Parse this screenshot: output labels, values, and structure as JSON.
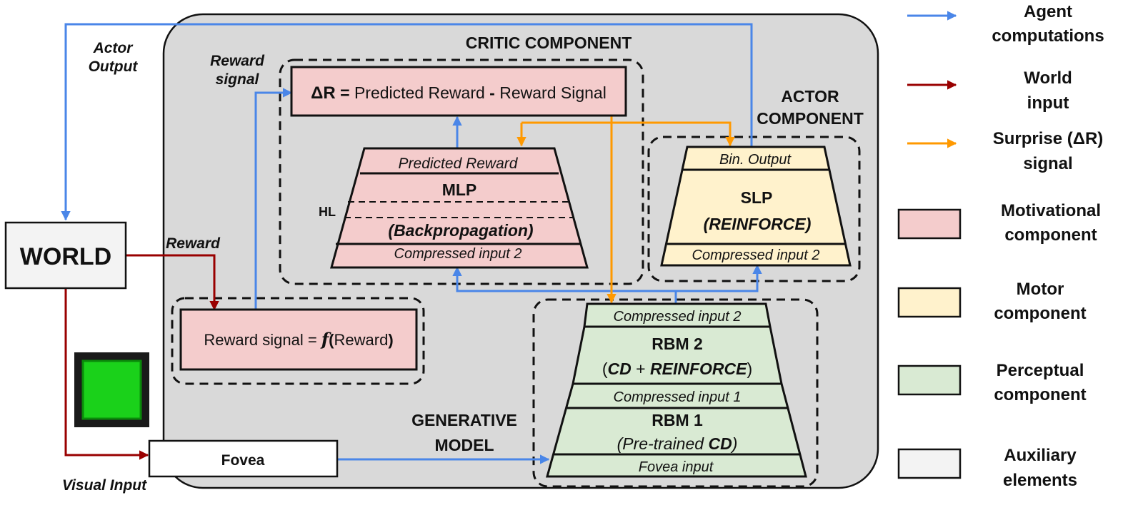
{
  "colors": {
    "agent_computations": "#4a86e8",
    "world_input": "#990000",
    "surprise_signal": "#ff9900",
    "motivational": "#f4cccc",
    "motor": "#fff2cc",
    "perceptual": "#d9ead3",
    "auxiliary": "#f3f3f3",
    "agent_area": "#d9d9d9"
  },
  "world": {
    "label": "WORLD"
  },
  "fovea": {
    "label": "Fovea"
  },
  "arrow_labels": {
    "actor_output_1": "Actor",
    "actor_output_2": "Output",
    "reward_signal_1": "Reward",
    "reward_signal_2": "signal",
    "reward": "Reward",
    "visual_input": "Visual Input"
  },
  "critic": {
    "title": "CRITIC COMPONENT",
    "delta_symbol": "ΔR",
    "delta_equals": "=",
    "predicted_reward_term": "Predicted Reward",
    "minus": "-",
    "reward_signal_term": "Reward Signal",
    "mlp": {
      "top_label": "Predicted Reward",
      "name": "MLP",
      "hl_label": "HL",
      "method": "(Backpropagation)",
      "bottom_label": "Compressed input 2"
    }
  },
  "reward_box": {
    "prefix": "Reward signal =",
    "f": "f",
    "open": "(",
    "arg": "Reward",
    "close": ")"
  },
  "actor": {
    "title_1": "ACTOR",
    "title_2": "COMPONENT",
    "slp": {
      "top_label": "Bin. Output",
      "name": "SLP",
      "method": "(REINFORCE)",
      "bottom_label": "Compressed input 2"
    }
  },
  "generative": {
    "title_1": "GENERATIVE",
    "title_2": "MODEL",
    "rbm2_top": "Compressed input 2",
    "rbm2_name": "RBM 2",
    "rbm2_method_open": "(",
    "rbm2_method_cd": "CD",
    "rbm2_method_plus": "+",
    "rbm2_method_reinforce": "REINFORCE",
    "rbm2_method_close": ")",
    "rbm1_top": "Compressed input 1",
    "rbm1_name": "RBM 1",
    "rbm1_method_open": "(Pre-trained",
    "rbm1_method_cd": "CD",
    "rbm1_method_close": ")",
    "bottom_label": "Fovea input"
  },
  "legend": {
    "agent_1": "Agent",
    "agent_2": "computations",
    "world_1": "World",
    "world_2": "input",
    "surprise_1": "Surprise (ΔR)",
    "surprise_2": "signal",
    "motivational_1": "Motivational",
    "motivational_2": "component",
    "motor_1": "Motor",
    "motor_2": "component",
    "perceptual_1": "Perceptual",
    "perceptual_2": "component",
    "auxiliary_1": "Auxiliary",
    "auxiliary_2": "elements"
  }
}
